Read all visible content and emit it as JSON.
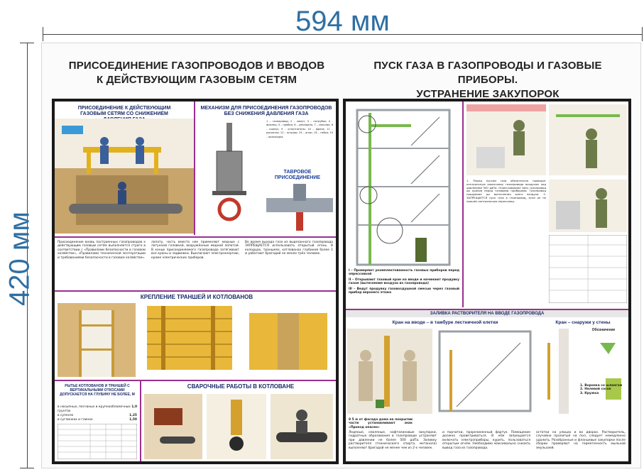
{
  "dimensions": {
    "width_label": "594 мм",
    "height_label": "420 мм"
  },
  "left_poster": {
    "title_line1": "ПРИСОЕДИНЕНИЕ ГАЗОПРОВОДОВ И ВВОДОВ",
    "title_line2": "К ДЕЙСТВУЮЩИМ ГАЗОВЫМ СЕТЯМ",
    "section_reduced_pressure": "ПРИСОЕДИНЕНИЕ К ДЕЙСТВУЮЩИМ ГАЗОВЫМ СЕТЯМ СО СНИЖЕНИЕМ ДАВЛЕНИЯ ГАЗА",
    "section_mechanism": "МЕХАНИЗМ ДЛЯ ПРИСОЕДИНЕНИЯ ГАЗОПРОВОДОВ БЕЗ СНИЖЕНИЯ ДАВЛЕНИЯ ГАЗА",
    "tee_label": "ТАВРОВОЕ ПРИСОЕДИНЕНИЕ",
    "section_trenches": "КРЕПЛЕНИЕ ТРАНШЕЙ И КОТЛОВАНОВ",
    "section_welding": "СВАРОЧНЫЕ РАБОТЫ В КОТЛОВАНЕ",
    "slopes_heading": "РЫТЬЕ КОТЛОВАНОВ И ТРАНШЕЙ С ВЕРТИКАЛЬНЫМИ ОТКОСАМИ ДОПУСКАЕТСЯ НА ГЛУБИНУ НЕ БОЛЕЕ, м",
    "slopes_rows": [
      {
        "label": "в насыпных, песчаных и крупнообломочных грунтах",
        "value": "1,0"
      },
      {
        "label": "в супесях",
        "value": "1,25"
      },
      {
        "label": "в суглинках и глинах",
        "value": "1,50"
      }
    ],
    "text_block_1": "Присоединение вновь построенных газопроводов к действующим газовым сетям выполняется строго в соответствии с «Правилами безопасности в газовом хозяйстве», «Правилами технической эксплуатации и требованиями безопасности в газовом хозяйстве».",
    "text_block_2": "лопату, часть вместо нее применяют медные с латунной головкой, вооружённые медной лопатой. В конце присоединяемого газопровода затягивают все краны и задвижки. Выключают электроэнергию, кроме электрических приборов.",
    "text_block_3": "Во время выхода газа из вырезанного газопровода ЗАПРЕЩАЕТСЯ использовать открытый огонь. В колодцах, траншеях, котлованах глубиной более 1 м работают бригадой не менее трёх человек."
  },
  "right_poster": {
    "title_line1": "ПУСК ГАЗА В ГАЗОПРОВОДЫ И ГАЗОВЫЕ ПРИБОРЫ.",
    "title_line2": "УСТРАНЕНИЕ ЗАКУПОРОК",
    "steps": [
      "I – Проверяют укомплектованность газовых приборов перед опрессовкой",
      "II – Открывают газовый кран на вводе и начинают продувку газом (вытеснение воздуха из газопровода)",
      "III – Ведут продувку газовоздушной смесью через газовый прибор верхнего этажа"
    ],
    "section_plug": "ЗАЛИВКА РАСТВОРИТЕЛЯ НА ВВОДЕ ГАЗОПРОВОДА",
    "plug_left": "Кран на вводе – в тамбуре лестничной клетки",
    "plug_right": "Кран – снаружи у стены",
    "funnel_label": "Обозначение",
    "legend_items": [
      "1. Воронка со шлангом",
      "2. Налевой сосок",
      "3. Кружка"
    ],
    "warn_label": "8 5 м от фасада дома на покрытии части устанавливают знак «Проезд опасен»",
    "text_block_1": "Ледяные, смоляные, нафталиновые закупорки, гидратные образования в газопроводе устраняют при давлении не более 500 даПа. Заливку растворителя (технического спирта, метанола) выполняют бригадой не менее чем из 2-х человек.",
    "text_block_2": "и порчатки, прорезиненный фартук. Помещение должно проветриваться. В нём запрещается включать электроприборы, курить, пользоваться открытым огнём. Необходимо максимально снизить вывод газа из газопровода.",
    "text_block_3": "остатки на улицах и во дворах. Растворитель, случайно пролитый на пол, следует немедленно удалить. Разобранные и фланцевые закупорки после сборки проверяют на герметичность мыльной эмульсией."
  }
}
